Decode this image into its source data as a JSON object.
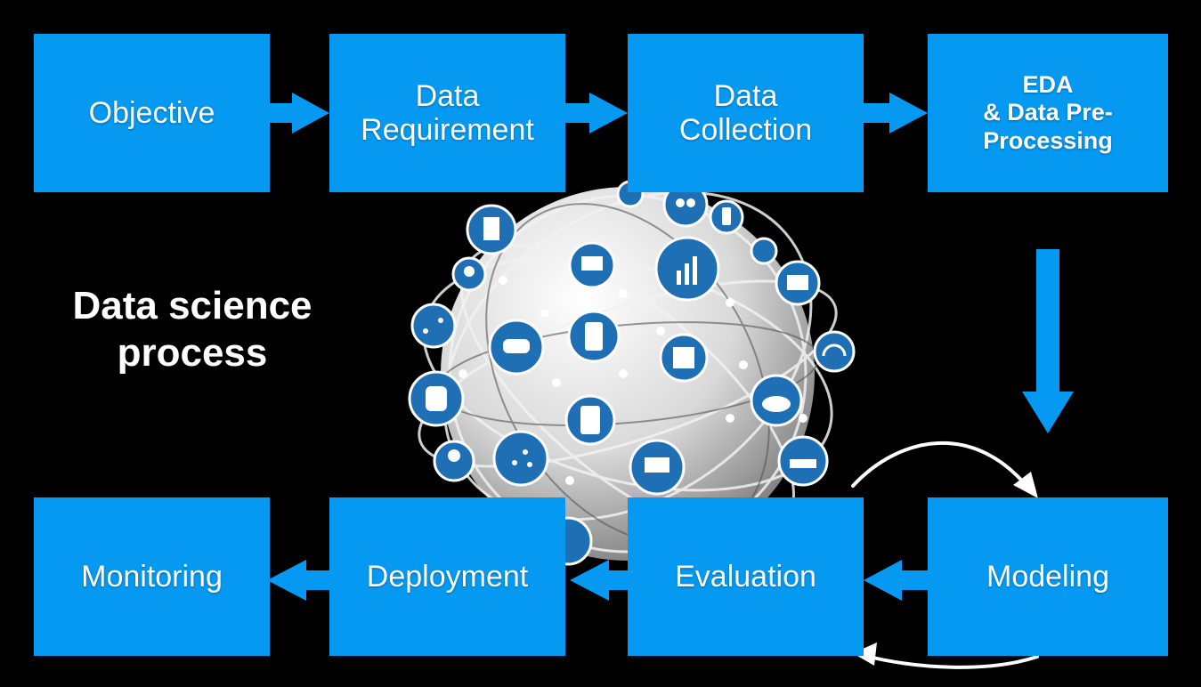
{
  "diagram": {
    "title": "Data science\nprocess",
    "steps": {
      "objective": "Objective",
      "data_requirement": "Data\nRequirement",
      "data_collection": "Data\nCollection",
      "eda": "EDA\n& Data Pre-\nProcessing",
      "modeling": "Modeling",
      "evaluation": "Evaluation",
      "deployment": "Deployment",
      "monitoring": "Monitoring"
    },
    "colors": {
      "box": "#0599f2",
      "arrow": "#0599f2",
      "background": "#000000",
      "text": "#ffffff"
    },
    "globe_icons": [
      "document-icon",
      "map-pin-icon",
      "network-nodes-icon",
      "database-icon",
      "user-icon",
      "scatter-chart-icon",
      "vr-headset-icon",
      "monitor-icon",
      "mobile-search-icon",
      "tablet-icon",
      "laptop-icon",
      "bar-chart-icon",
      "server-icon",
      "cloud-icon",
      "envelope-icon",
      "gauge-icon",
      "router-icon",
      "people-icon",
      "phone-icon"
    ]
  }
}
